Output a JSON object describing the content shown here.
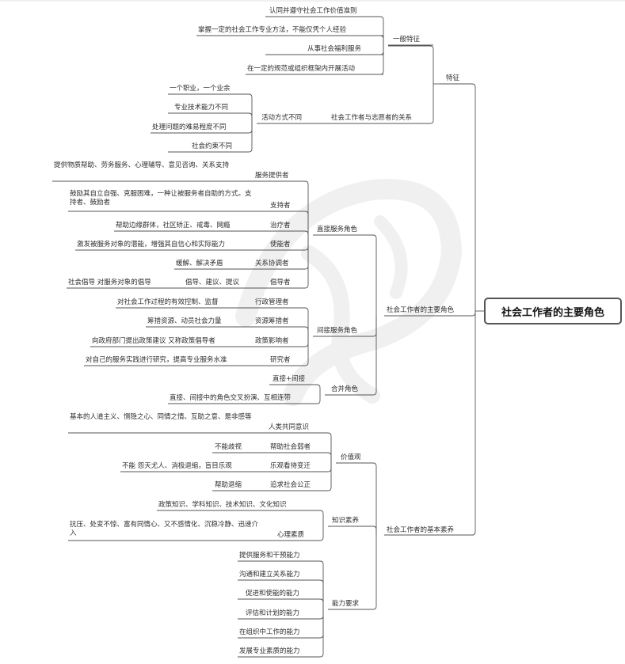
{
  "root": "社会工作者的主要角色",
  "branches": {
    "features": {
      "label": "特征",
      "general": {
        "label": "一般特征",
        "items": [
          "认同并遵守社会工作价值准则",
          "掌握一定的社会工作专业方法，不能仅凭个人经验",
          "从事社会福利服务",
          "在一定的规范或组织框架内开展活动"
        ]
      },
      "volunteer": {
        "label": "社会工作者与志愿者的关系",
        "sub": {
          "label": "活动方式不同",
          "items": [
            "一个职业，一个业余",
            "专业技术能力不同",
            "处理问题的难易程度不同",
            "社会约束不同"
          ]
        }
      }
    },
    "roles": {
      "label": "社会工作者的主要角色",
      "direct": {
        "label": "直接服务角色",
        "items": [
          {
            "role": "服务提供者",
            "desc": "提供物质帮助、劳务服务、心理辅导、意见咨询、关系支持"
          },
          {
            "role": "支持者",
            "desc": "鼓励其自立自强、克服困难，一种让被服务者自助的方式。支持者、鼓励者"
          },
          {
            "role": "治疗者",
            "desc": "帮助边缘群体，社区矫正、戒毒、网瘾"
          },
          {
            "role": "使能者",
            "desc": "激发被服务对象的潜能，增强其自信心和实际能力"
          },
          {
            "role": "关系协调者",
            "desc": "缓解、解决矛盾"
          },
          {
            "role": "倡导者",
            "desc": "倡导、建议、提议",
            "extra": "社会倡导 对服务对象的倡导"
          }
        ]
      },
      "indirect": {
        "label": "间接服务角色",
        "items": [
          {
            "role": "行政管理者",
            "desc": "对社会工作过程的有效控制、监督"
          },
          {
            "role": "资源筹措者",
            "desc": "筹措资源、动员社会力量"
          },
          {
            "role": "政策影响者",
            "desc": "向政府部门提出政策建议 又称政策倡导者"
          },
          {
            "role": "研究者",
            "desc": "对自己的服务实践进行研究，提高专业服务水准"
          }
        ]
      },
      "combined": {
        "label": "合并角色",
        "items": [
          "直接+间接",
          "直接、间接中的角色交叉扮演、互相连带"
        ]
      }
    },
    "qualities": {
      "label": "社会工作者的基本素养",
      "values": {
        "label": "价值观",
        "items": [
          {
            "name": "人类共同意识",
            "desc": "基本的人道主义、恻隐之心、同情之情、互助之意、是非感等"
          },
          {
            "name": "帮助社会弱者",
            "desc": "不能歧视"
          },
          {
            "name": "乐观看待变迁",
            "desc": "不能 怨天尤人、消极退缩，盲目乐观"
          },
          {
            "name": "追求社会公正",
            "desc": "帮助退缩"
          }
        ]
      },
      "knowledge": {
        "label": "知识素养",
        "items": [
          {
            "name": "政策知识、学科知识、技术知识、文化知识"
          },
          {
            "name": "心理素质",
            "desc": "抗压、处变不惊、富有同情心、又不感情化、沉稳冷静、迅速介入"
          }
        ]
      },
      "ability": {
        "label": "能力要求",
        "items": [
          "提供服务和干预能力",
          "沟通和建立关系能力",
          "促进和使能的能力",
          "评估和计划的能力",
          "在组织中工作的能力",
          "发展专业素质的能力"
        ]
      }
    }
  }
}
